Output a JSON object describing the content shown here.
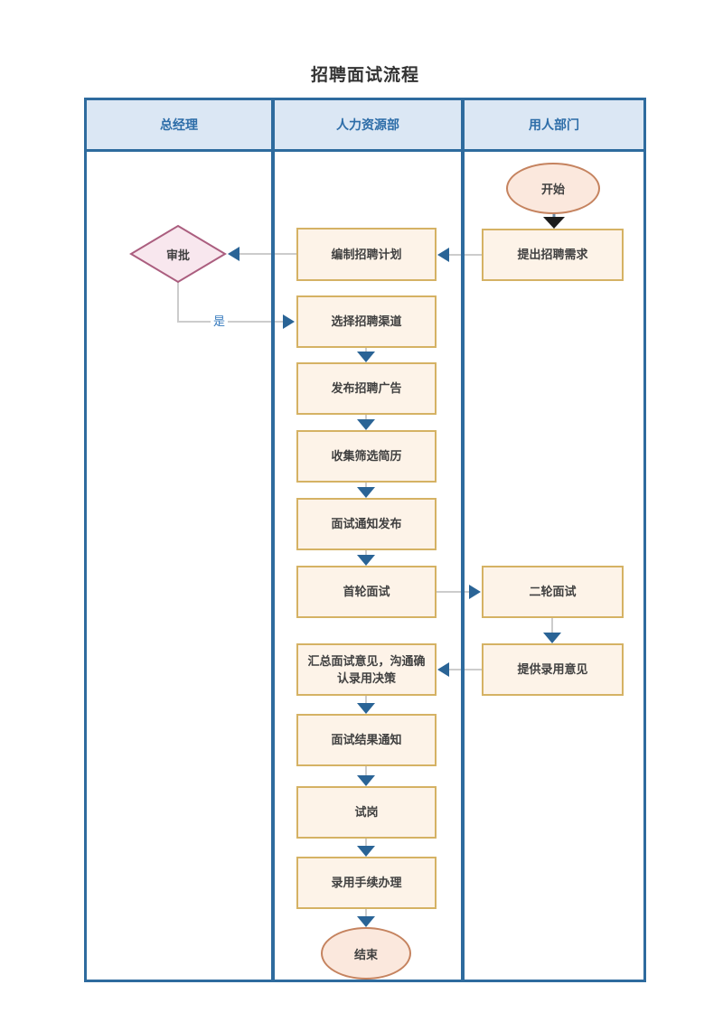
{
  "title": "招聘面试流程",
  "lanes": [
    {
      "label": "总经理"
    },
    {
      "label": "人力资源部"
    },
    {
      "label": "用人部门"
    }
  ],
  "nodes": {
    "start": "开始",
    "propose": "提出招聘需求",
    "plan": "编制招聘计划",
    "approve": "审批",
    "channel": "选择招聘渠道",
    "publish": "发布招聘广告",
    "collect": "收集筛选简历",
    "notify": "面试通知发布",
    "first_interview": "首轮面试",
    "second_interview": "二轮面试",
    "offer_opinion": "提供录用意见",
    "summarize": "汇总面试意见，沟通确认录用决策",
    "result_notice": "面试结果通知",
    "trial": "试岗",
    "procedure": "录用手续办理",
    "end": "结束"
  },
  "edge_labels": {
    "approve_yes": "是"
  },
  "colors": {
    "lane_border": "#2e6b9e",
    "lane_header_fill": "#dbe7f4",
    "lane_header_text": "#2d6da8",
    "process_fill": "#fdf3e8",
    "process_border": "#d5b264",
    "terminator_fill": "#fbe8dd",
    "terminator_border": "#c5835f",
    "decision_fill": "#f8e7ee",
    "decision_border": "#ab5e7f",
    "connector_line": "#cccccc",
    "arrow_blue": "#2a6496",
    "arrow_black": "#1c1c1c",
    "edge_label_text": "#3579bd",
    "title_text": "#333333"
  }
}
